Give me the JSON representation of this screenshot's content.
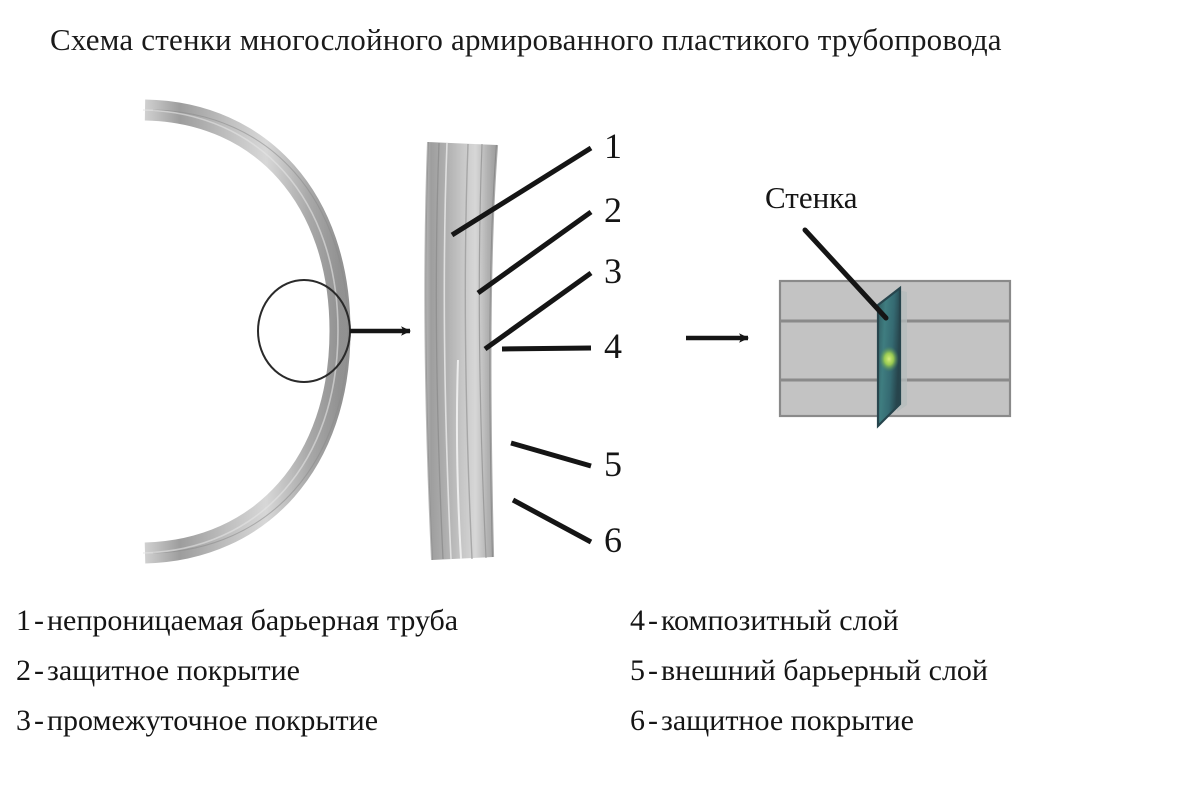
{
  "title": "Схема стенки многослойного армированного пластикого трубопровода",
  "diagram": {
    "inset": {
      "label": "Стенка"
    },
    "callouts": [
      {
        "number": "1"
      },
      {
        "number": "2"
      },
      {
        "number": "3"
      },
      {
        "number": "4"
      },
      {
        "number": "5"
      },
      {
        "number": "6"
      }
    ],
    "icons": {
      "detail_circle": "detail-circle",
      "arrow_1": "arrow-right-icon",
      "arrow_2": "arrow-right-icon",
      "leader_line": "leader-line"
    },
    "colors": {
      "pipe_grey": "#b9b9b9",
      "pipe_grey_dark": "#8f8f8f",
      "pipe_grey_light": "#d2d2d2",
      "inset_body": "#c2c2c2",
      "inset_divider": "#8a8a8a",
      "wall_slab_teal": "#3e7a7e",
      "wall_slab_dark": "#2c4f55",
      "glow_green": "#a8d94a",
      "line_black": "#151515",
      "background": "#ffffff"
    }
  },
  "legend": {
    "dash": "-",
    "left": [
      {
        "number": "1",
        "text": "непроницаемая барьерная труба"
      },
      {
        "number": "2",
        "text": "защитное покрытие"
      },
      {
        "number": "3",
        "text": "промежуточное покрытие"
      }
    ],
    "right": [
      {
        "number": "4",
        "text": "композитный слой"
      },
      {
        "number": "5",
        "text": "внешний барьерный слой"
      },
      {
        "number": "6",
        "text": "защитное покрытие"
      }
    ]
  }
}
